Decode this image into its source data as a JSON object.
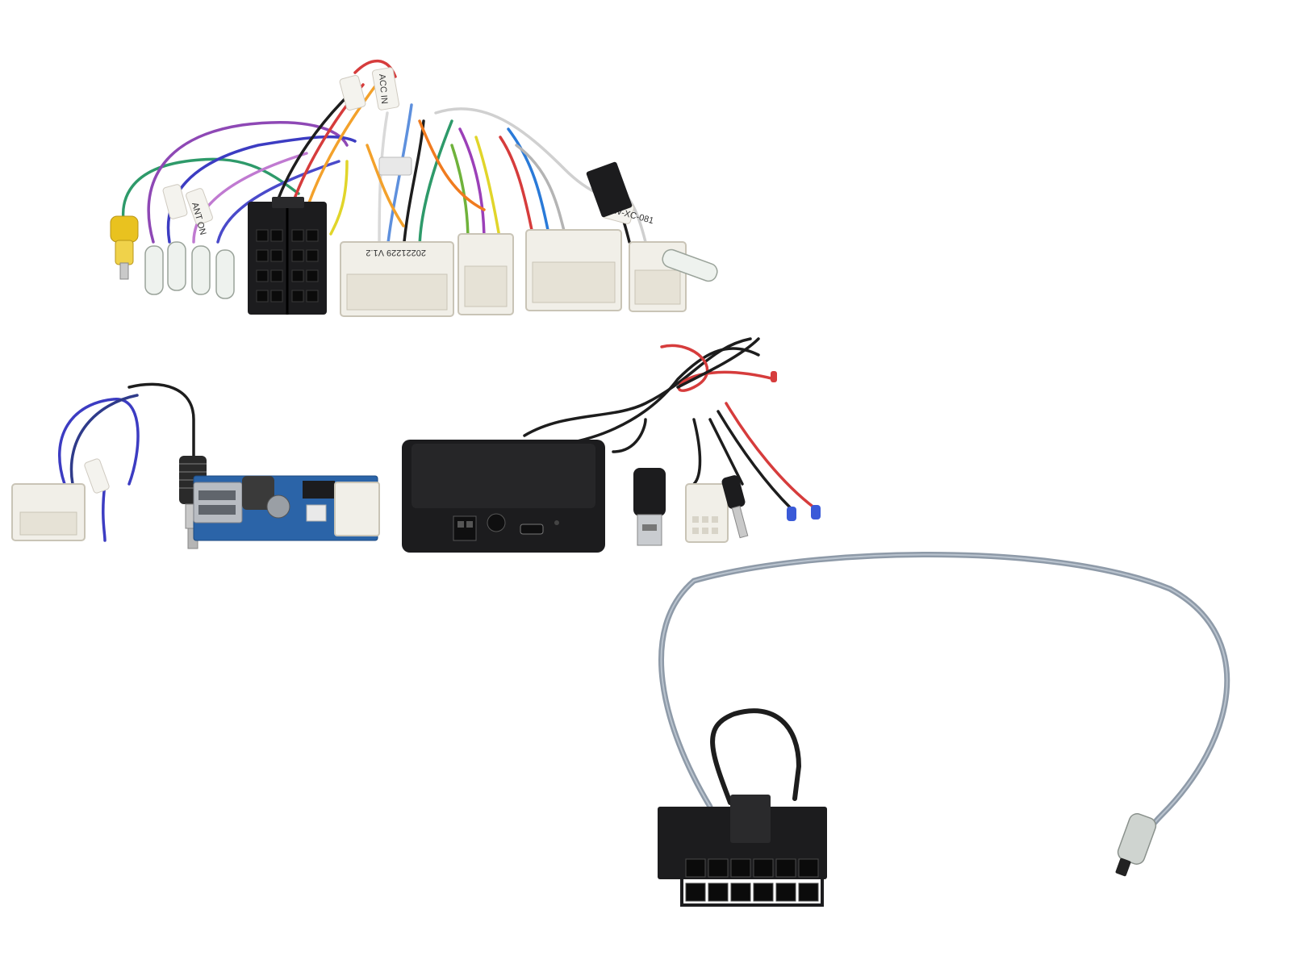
{
  "labels": {
    "version_label": "20221229  V1.2",
    "sticker_ant_on": "ANT ON",
    "sticker_can": "CW-XC-081",
    "sticker_acc": "ACC IN"
  },
  "colors": {
    "background": "#ffffff",
    "connector_white": "#f1efe8",
    "connector_black": "#1c1c1e",
    "cable_grey": "#8e9aa8",
    "rca_yellow": "#e9c21f",
    "pcb_blue": "#2b64a8"
  }
}
